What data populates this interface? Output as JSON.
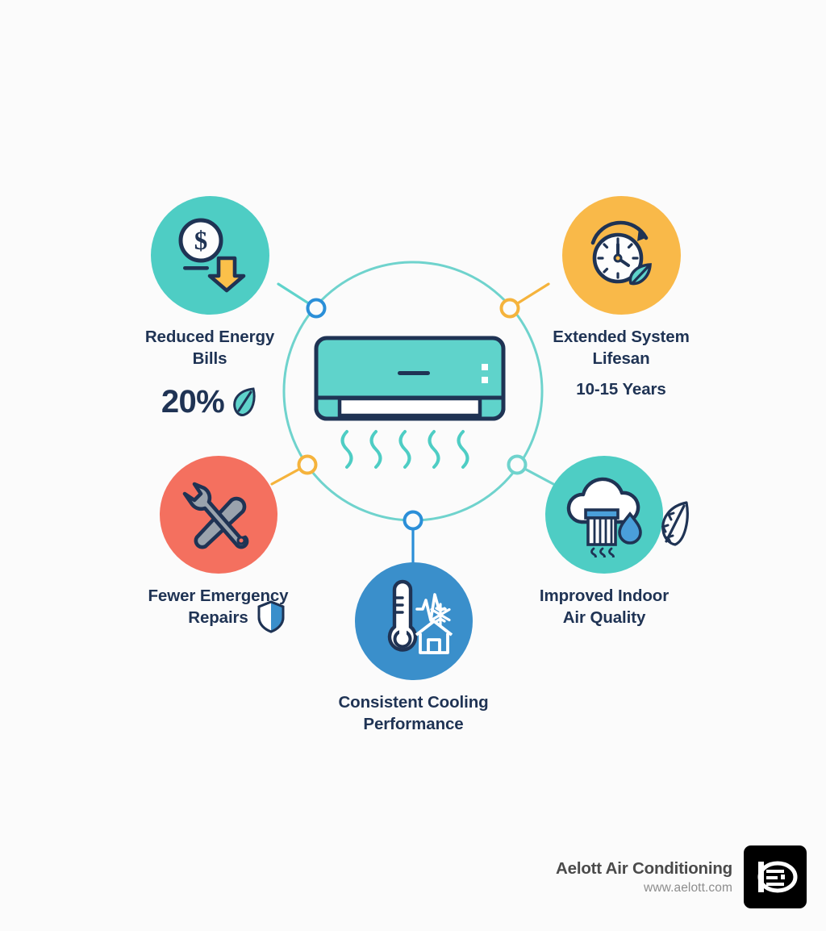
{
  "page": {
    "background_color": "#fbfbfb",
    "text_color": "#1f3354"
  },
  "palette": {
    "teal": "#4ecdc4",
    "teal_light": "#6fd9d1",
    "orange": "#f9b949",
    "coral": "#f4705f",
    "blue": "#3a8fcb",
    "node_blue": "#2b8fd8",
    "navy": "#1f3354",
    "gray": "#9aa3ad",
    "water_blue": "#3f93d6"
  },
  "center": {
    "label": "air-conditioner-unit",
    "ring_color": "#5fd3cb",
    "unit_color": "#5fd3cb",
    "outline_color": "#1f3354",
    "airflow_wave_count": 5
  },
  "nodes": [
    {
      "id": "reduced-energy-bills",
      "icon": "dollar-down-arrow-icon",
      "disc_color": "#4ecdc4",
      "label": "Reduced Energy\nBills",
      "stat": "20%",
      "stat_icon": "leaf-icon",
      "connector_color": "#2b8fd8"
    },
    {
      "id": "extended-system-lifespan",
      "icon": "clock-leaf-icon",
      "disc_color": "#f9b949",
      "label": "Extended System\nLifesan",
      "stat": "10-15 Years",
      "connector_color": "#f5b33c"
    },
    {
      "id": "fewer-emergency-repairs",
      "icon": "wrench-screwdriver-icon",
      "disc_color": "#f4705f",
      "label": "Fewer Emergency\nRepairs",
      "stat_icon": "shield-icon",
      "connector_color": "#f5b33c"
    },
    {
      "id": "consistent-cooling-performance",
      "icon": "thermometer-snowflake-house-icon",
      "disc_color": "#3a8fcb",
      "label": "Consistent Cooling\nPerformance",
      "connector_color": "#2b8fd8"
    },
    {
      "id": "improved-indoor-air-quality",
      "icon": "cloud-filter-droplet-icon",
      "disc_color": "#4ecdc4",
      "label": "Improved Indoor\nAir Quality",
      "stat_icon": "feather-icon",
      "connector_color": "#6fd3cd"
    }
  ],
  "footer": {
    "brand_name": "Aelott Air Conditioning",
    "website": "www.aelott.com",
    "logo_name": "aelott-logo-mark"
  }
}
